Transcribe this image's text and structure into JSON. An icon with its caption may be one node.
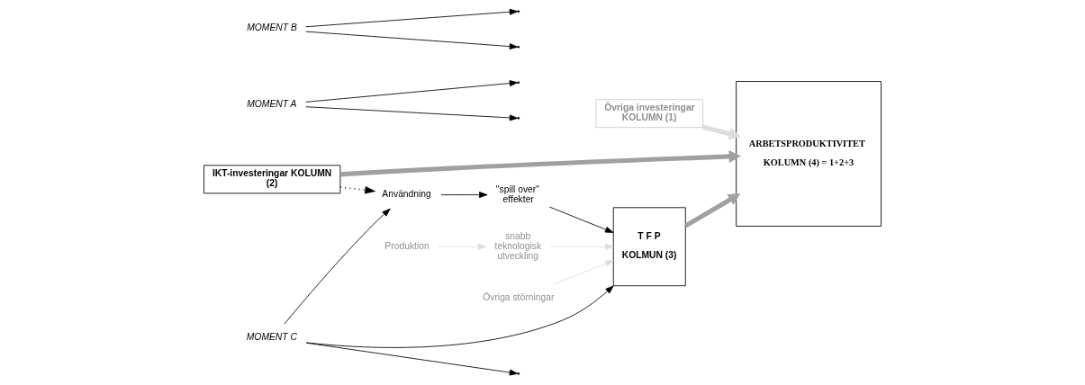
{
  "diagram": {
    "nodes": [
      {
        "text": [
          "Övriga investeringar KOLUMN (1)"
        ]
      },
      {
        "text": [
          "IKT-investeringar KOLUMN (2)"
        ]
      },
      {
        "text": [
          "ARBETSPRODUKTIVITET",
          "KOLUMN (4) = 1+2+3"
        ]
      },
      {
        "text": [
          "T F P",
          "KOLMUN (3)"
        ]
      },
      {
        "text": [
          "Användning"
        ]
      },
      {
        "text": [
          "\"spill over\" effekter"
        ]
      },
      {
        "text": [
          "Produktion"
        ]
      },
      {
        "text": [
          "snabb teknologisk utveckling"
        ]
      },
      {
        "text": [
          "Övriga störningar"
        ]
      },
      {
        "text": [
          "MOMENT A"
        ]
      },
      {
        "text": [
          "MOMENT B"
        ]
      },
      {
        "text": [
          "MOMENT C"
        ]
      }
    ],
    "edges": [
      {
        "from": 0,
        "to": 2,
        "arrow": "to",
        "style": "thick",
        "color": "#dddddd"
      },
      {
        "from": 1,
        "to": 2,
        "arrow": "to",
        "style": "thick",
        "color": "#a0a0a0"
      },
      {
        "from": 3,
        "to": 2,
        "arrow": "to",
        "style": "thick",
        "color": "#a0a0a0"
      },
      {
        "from": 1,
        "to": 4,
        "arrow": "to",
        "style": "dashed"
      },
      {
        "from": 4,
        "to": 5,
        "arrow": "to"
      },
      {
        "from": 5,
        "to": 3,
        "arrow": "to"
      },
      {
        "from": 6,
        "to": 7,
        "arrow": "to",
        "color": "#dddddd"
      },
      {
        "from": 7,
        "to": 3,
        "arrow": "to",
        "color": "#dddddd"
      },
      {
        "from": 8,
        "to": 3,
        "arrow": "to",
        "color": "#dddddd"
      },
      {
        "from": 9,
        "to": null,
        "arrow": "to"
      },
      {
        "from": 9,
        "to": null,
        "arrow": "to"
      },
      {
        "from": 10,
        "to": null,
        "arrow": "to"
      },
      {
        "from": 10,
        "to": null,
        "arrow": "to"
      },
      {
        "from": 11,
        "to": null,
        "arrow": "to"
      },
      {
        "from": 11,
        "to": 4,
        "arrow": "to"
      },
      {
        "from": 11,
        "to": 3,
        "arrow": "to"
      }
    ]
  }
}
